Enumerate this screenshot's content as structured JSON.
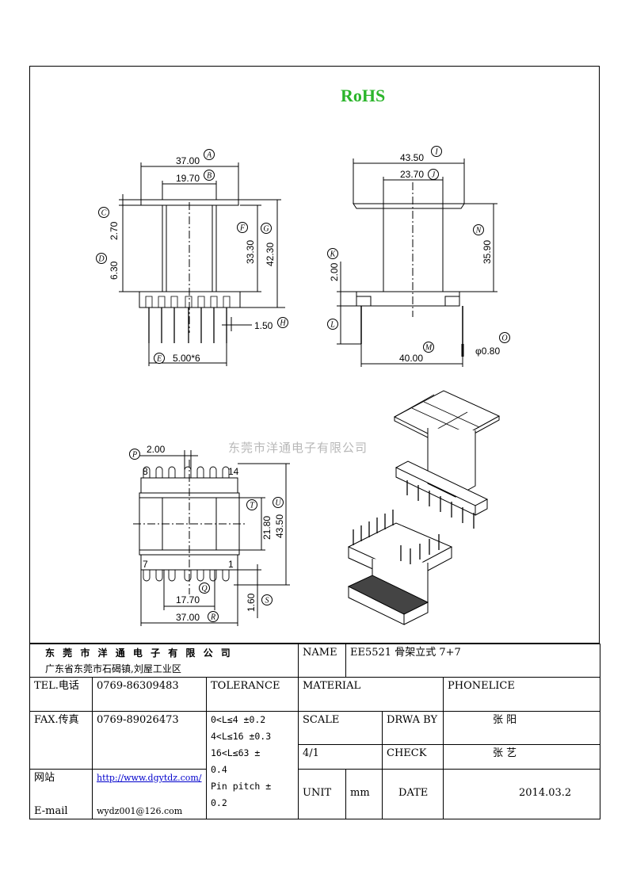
{
  "header": {
    "rohs": "RoHS",
    "watermark": "东莞市洋通电子有限公司"
  },
  "dims": {
    "A": "37.00",
    "B": "19.70",
    "C": "2.70",
    "D": "6.30",
    "F": "33.30",
    "G": "42.30",
    "H": "1.50",
    "E": "5.00*6",
    "I": "43.50",
    "J": "23.70",
    "K": "2.00",
    "N": "35.90",
    "M": "40.00",
    "O": "φ0.80",
    "P": "2.00",
    "T": "21.80",
    "U": "43.50",
    "Q": "17.70",
    "S": "1.60",
    "R": "37.00"
  },
  "labels": [
    "A",
    "B",
    "C",
    "D",
    "E",
    "F",
    "G",
    "H",
    "I",
    "J",
    "K",
    "L",
    "M",
    "N",
    "O",
    "P",
    "Q",
    "R",
    "S",
    "T",
    "U"
  ],
  "pins": {
    "top_left": "8",
    "top_right": "14",
    "bottom_left": "7",
    "bottom_right": "1"
  },
  "title_block": {
    "company": "东 莞 市 洋 通 电 子 有 限 公 司",
    "address": "广东省东莞市石碣镇,刘屋工业区",
    "name_label": "NAME",
    "name_value": "EE5521 骨架立式 7+7",
    "tel_label": "TEL.电话",
    "tel_value": "0769-86309483",
    "tolerance_label": "TOLERANCE",
    "material_label": "MATERIAL",
    "material_value": "PHONELICE",
    "fax_label": "FAX.传真",
    "fax_value": "0769-89026473",
    "tol1": "0<L≤4  ±0.2",
    "tol2": "4<L≤16 ±0.3",
    "tol3": "16<L≤63 ±",
    "tol4": "0.4",
    "tol5": "Pin pitch ±",
    "tol6": "0.2",
    "scale_label": "SCALE",
    "drawby_label": "DRWA BY",
    "drawby_value": "张 阳",
    "scale_value": "4/1",
    "check_label": "CHECK",
    "check_value": "张 艺",
    "web_label": "网站",
    "web_value": "http://www.dgytdz.com/",
    "email_label": "E-mail",
    "email_value": "wydz001@126.com",
    "unit_label": "UNIT",
    "unit_value": "mm",
    "date_label": "DATE",
    "date_value": "2014.03.2"
  }
}
